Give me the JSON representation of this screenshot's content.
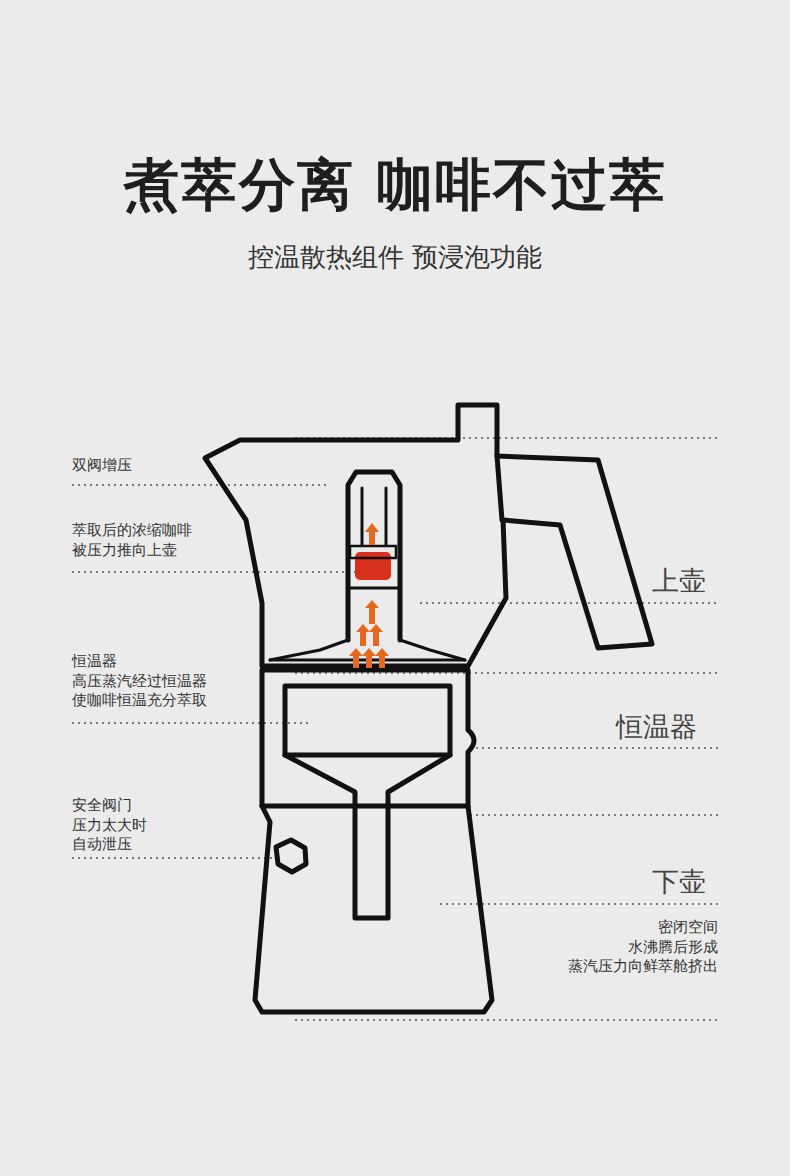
{
  "diagram": {
    "title": "煮萃分离 咖啡不过萃",
    "labels": [
      "控温散热组件 预浸泡功能",
      "双阀增压",
      "萃取后的浓缩咖啡 被压力推向上壶",
      "恒温器 高压蒸汽经过恒温器 使咖啡恒温充分萃取",
      "安全阀门 压力太大时 自动泄压",
      "上壶",
      "恒温器",
      "下壶",
      "密闭空间 水沸腾后形成 蒸汽压力向鲜萃舱挤出"
    ]
  }
}
